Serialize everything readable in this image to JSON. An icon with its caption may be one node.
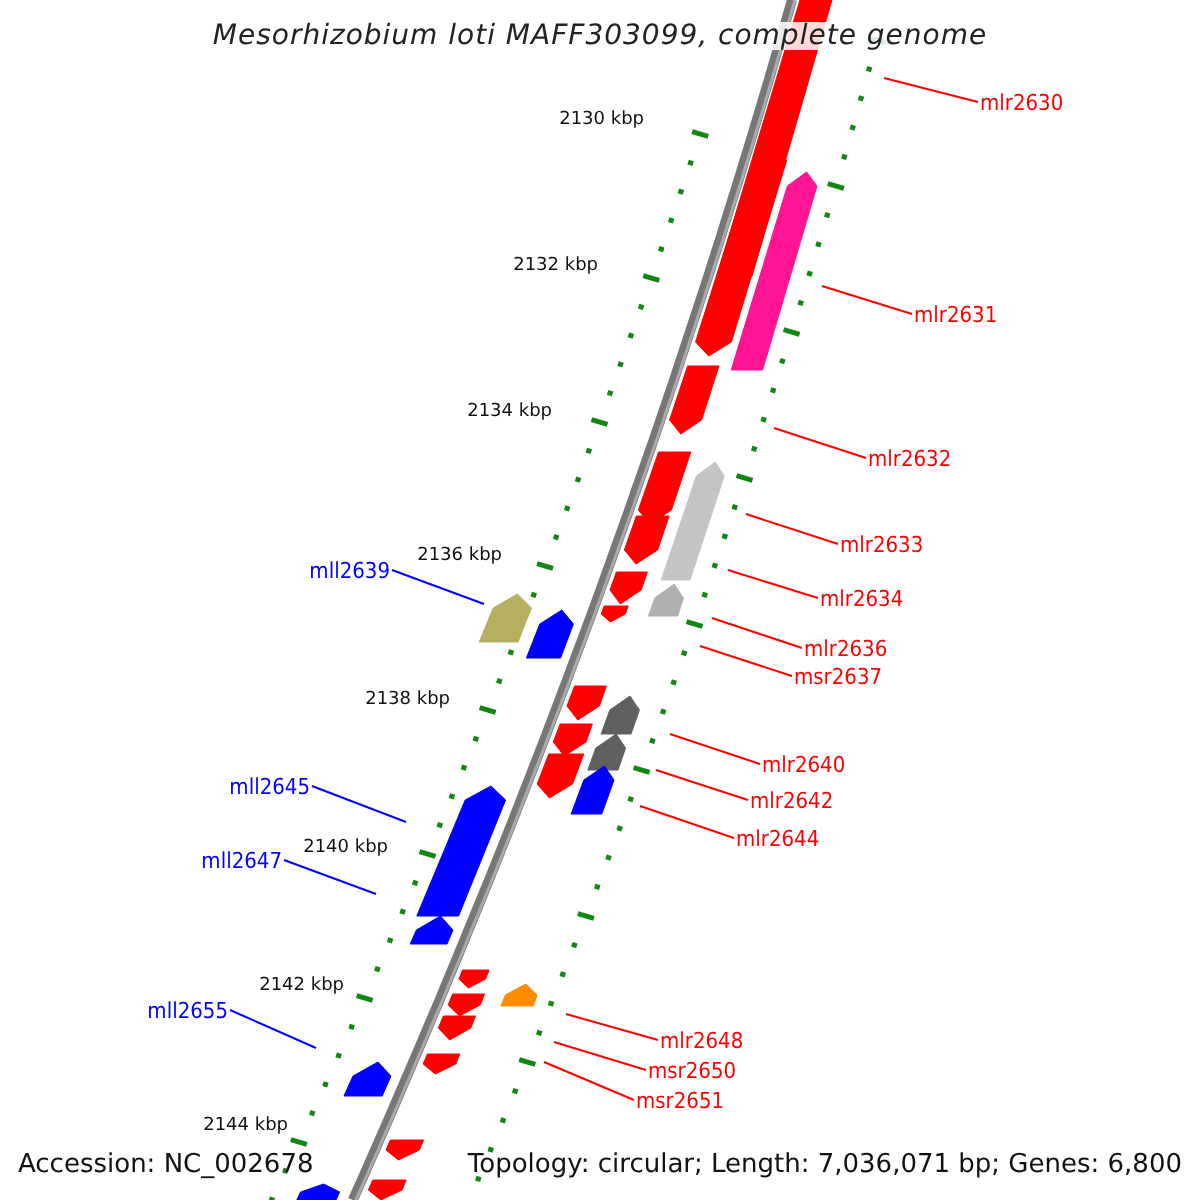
{
  "diagram": {
    "title": "Mesorhizobium loti MAFF303099, complete genome",
    "nodes": [
      {
        "text": [
          "mlr2630"
        ]
      },
      {
        "text": [
          "mlr2631"
        ]
      },
      {
        "text": [
          "mlr2632"
        ]
      },
      {
        "text": [
          "mlr2633"
        ]
      },
      {
        "text": [
          "mll2639"
        ]
      },
      {
        "text": [
          "mlr2634"
        ]
      },
      {
        "text": [
          "mlr2636"
        ]
      },
      {
        "text": [
          "msr2637"
        ]
      },
      {
        "text": [
          "mlr2640"
        ]
      },
      {
        "text": [
          "mll2645"
        ]
      },
      {
        "text": [
          "mlr2642"
        ]
      },
      {
        "text": [
          "mlr2644"
        ]
      },
      {
        "text": [
          "mll2647"
        ]
      },
      {
        "text": [
          "mll2655"
        ]
      },
      {
        "text": [
          "mlr2648"
        ]
      },
      {
        "text": [
          "msr2650"
        ]
      },
      {
        "text": [
          "msr2651"
        ]
      }
    ],
    "edges": [
      {
        "from": 0,
        "to": null,
        "arrow": "none"
      },
      {
        "from": 1,
        "to": null,
        "arrow": "none"
      },
      {
        "from": 2,
        "to": null,
        "arrow": "none"
      },
      {
        "from": 3,
        "to": null,
        "arrow": "none"
      },
      {
        "from": 4,
        "to": null,
        "arrow": "none",
        "color": "#0000ff"
      },
      {
        "from": 5,
        "to": null,
        "arrow": "none"
      },
      {
        "from": 6,
        "to": null,
        "arrow": "none"
      },
      {
        "from": 7,
        "to": null,
        "arrow": "none"
      },
      {
        "from": 8,
        "to": null,
        "arrow": "none"
      },
      {
        "from": 9,
        "to": null,
        "arrow": "none",
        "color": "#0000ff"
      },
      {
        "from": 10,
        "to": null,
        "arrow": "none"
      },
      {
        "from": 11,
        "to": null,
        "arrow": "none"
      },
      {
        "from": 12,
        "to": null,
        "arrow": "none",
        "color": "#0000ff"
      },
      {
        "from": 13,
        "to": null,
        "arrow": "none",
        "color": "#0000ff"
      },
      {
        "from": 14,
        "to": null,
        "arrow": "none"
      },
      {
        "from": 15,
        "to": null,
        "arrow": "none"
      },
      {
        "from": 16,
        "to": null,
        "arrow": "none"
      }
    ],
    "labels": [
      "2130 kbp",
      "2132 kbp",
      "2134 kbp",
      "2136 kbp",
      "2138 kbp",
      "2140 kbp",
      "2142 kbp",
      "2144 kbp",
      "Accession: NC_002678",
      "Topology: circular; Length: 7,036,071 bp; Genes: 6,800"
    ]
  }
}
